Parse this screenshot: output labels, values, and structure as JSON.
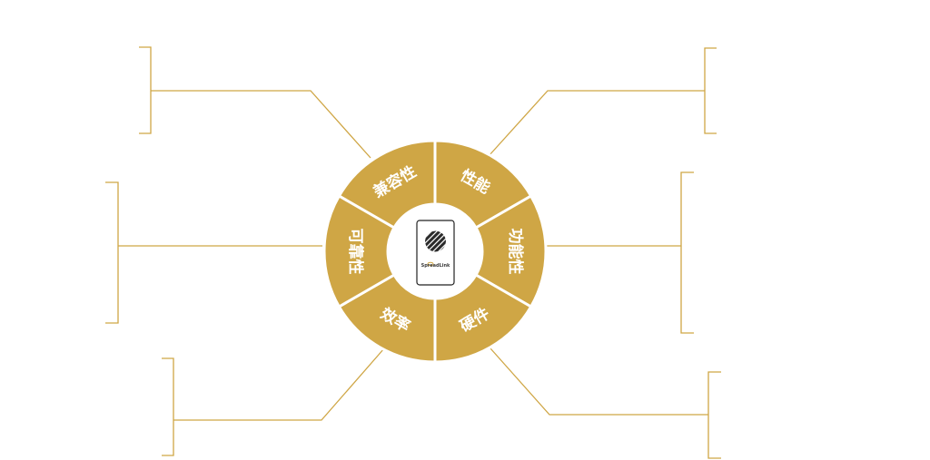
{
  "colors": {
    "accent": "#CFA645",
    "line": "#CFA645",
    "background": "#FFFFFF",
    "label": "#FFFFFF"
  },
  "segments": [
    {
      "id": "compatibility",
      "label": "兼容性"
    },
    {
      "id": "performance",
      "label": "性能"
    },
    {
      "id": "functionality",
      "label": "功能性"
    },
    {
      "id": "hardware",
      "label": "硬件"
    },
    {
      "id": "efficiency",
      "label": "效率"
    },
    {
      "id": "reliability",
      "label": "可靠性"
    }
  ],
  "center": {
    "icon": "device-speaker-icon",
    "logo_text": "SpreadLink"
  }
}
